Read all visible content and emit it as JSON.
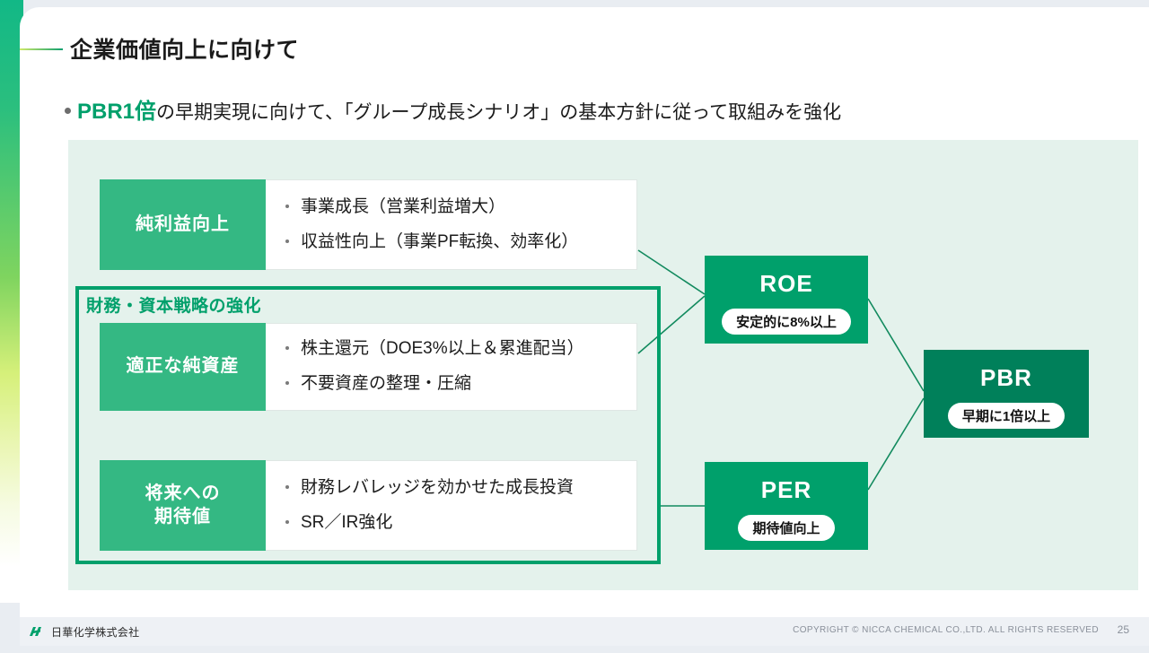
{
  "slide": {
    "title": "企業価値向上に向けて",
    "page_number": "25"
  },
  "lead": {
    "bullet_icon": "bullet-dot",
    "accent": "PBR1倍",
    "rest": "の早期実現に向けて、「グループ成長シナリオ」の基本方針に従って取組みを強化"
  },
  "drivers": [
    {
      "tag": "純利益向上",
      "items": [
        "事業成長（営業利益増大）",
        "収益性向上（事業PF転換、効率化）"
      ]
    },
    {
      "tag": "適正な純資産",
      "items": [
        "株主還元（DOE3%以上＆累進配当）",
        "不要資産の整理・圧縮"
      ]
    },
    {
      "tag": "将来への\n期待値",
      "tag_line1": "将来への",
      "tag_line2": "期待値",
      "items": [
        "財務レバレッジを効かせた成長投資",
        "SR／IR強化"
      ]
    }
  ],
  "strategy_group": {
    "label": "財務・資本戦略の強化"
  },
  "metrics": [
    {
      "name": "ROE",
      "target": "安定的に8%以上"
    },
    {
      "name": "PER",
      "target": "期待値向上"
    },
    {
      "name": "PBR",
      "target": "早期に1倍以上"
    }
  ],
  "footer": {
    "company": "日華化学株式会社",
    "logo_icon": "nicca-logo-icon",
    "copyright": "COPYRIGHT © NICCA CHEMICAL CO.,LTD. ALL RIGHTS RESERVED"
  },
  "colors": {
    "brand_green": "#00a06b",
    "tag_green": "#34b883",
    "dark_green": "#00805a",
    "panel_mint": "#e4f2ec"
  }
}
